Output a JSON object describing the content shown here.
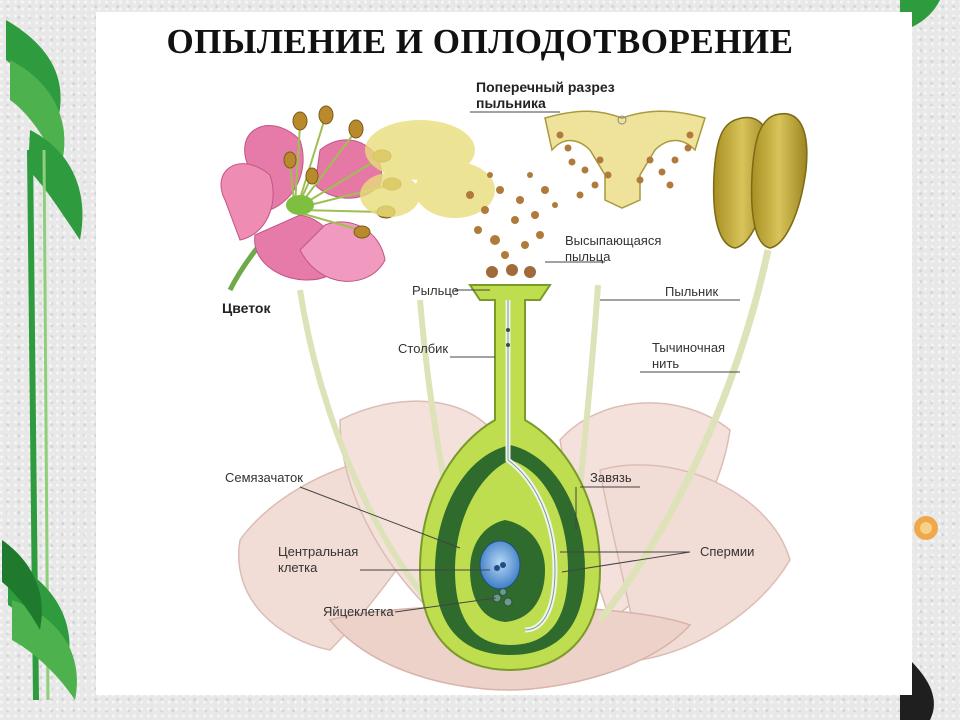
{
  "title": "ОПЫЛЕНИЕ И ОПЛОДОТВОРЕНИЕ",
  "labels": {
    "anther_section_l1": "Поперечный разрез",
    "anther_section_l2": "пыльника",
    "flower": "Цветок",
    "pollen_l1": "Высыпающаяся",
    "pollen_l2": "пыльца",
    "anther": "Пыльник",
    "stigma": "Рыльце",
    "style": "Столбик",
    "filament_l1": "Тычиночная",
    "filament_l2": "нить",
    "ovule": "Семязачаток",
    "ovary": "Завязь",
    "central_cell_l1": "Центральная",
    "central_cell_l2": "клетка",
    "sperm": "Спермии",
    "egg_cell": "Яйцеклетка"
  },
  "colors": {
    "pistil_light": "#bedd4f",
    "pistil_dark": "#2f6b2c",
    "petal_pink": "#e67aa8",
    "petal_pale": "#f3dcd6",
    "pollen": "#b07a3a",
    "anther_yellow": "#c9b23a",
    "deco_green": "#2e9b3e"
  }
}
